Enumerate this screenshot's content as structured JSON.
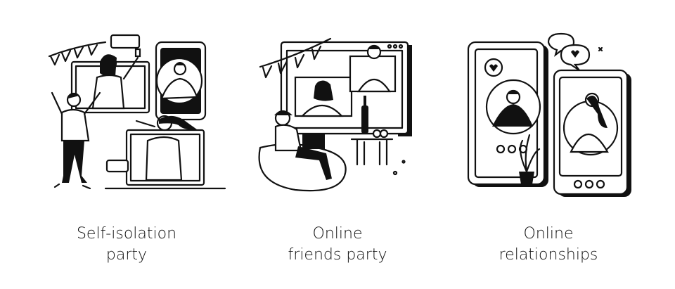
{
  "illustrations": [
    {
      "caption_line1": "Self-isolation",
      "caption_line2": "party"
    },
    {
      "caption_line1": "Online",
      "caption_line2": "friends party"
    },
    {
      "caption_line1": "Online",
      "caption_line2": "relationships"
    }
  ]
}
